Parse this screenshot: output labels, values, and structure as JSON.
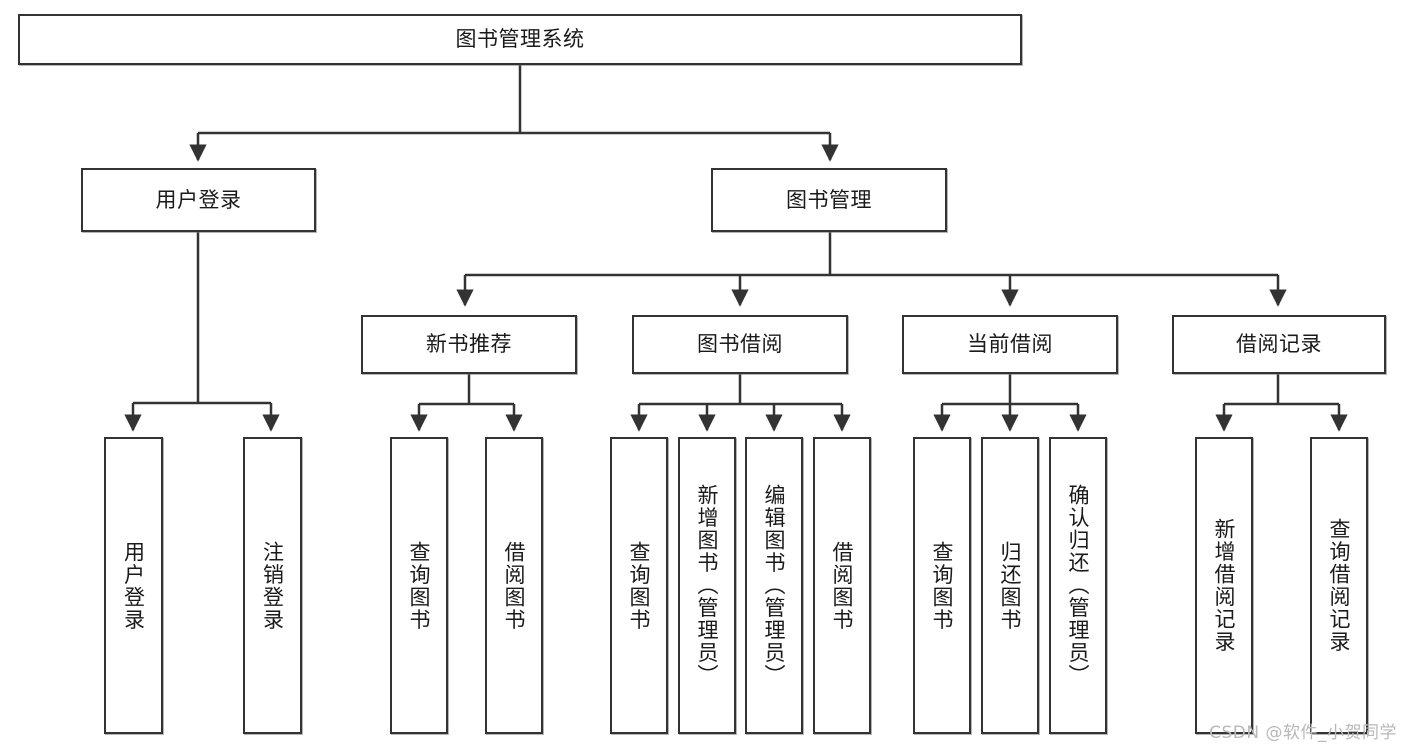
{
  "diagram": {
    "title": "图书管理系统",
    "watermark": "CSDN @软件_小贺同学",
    "theme": {
      "stroke": "#333333",
      "fill": "#ffffff",
      "text": "#1a1a1a",
      "watermark_color": "#b9b9b9"
    },
    "nodes": {
      "root": {
        "label": "图书管理系统"
      },
      "level2": [
        {
          "label": "用户登录"
        },
        {
          "label": "图书管理"
        }
      ],
      "level3": [
        {
          "label": "新书推荐"
        },
        {
          "label": "图书借阅"
        },
        {
          "label": "当前借阅"
        },
        {
          "label": "借阅记录"
        }
      ],
      "leaves": {
        "user_login": [
          {
            "label": "用户登录"
          },
          {
            "label": "注销登录"
          }
        ],
        "new_book_recommend": [
          {
            "label": "查询图书"
          },
          {
            "label": "借阅图书"
          }
        ],
        "book_borrow": [
          {
            "label": "查询图书"
          },
          {
            "label": "新增图书（管理员）"
          },
          {
            "label": "编辑图书（管理员）"
          },
          {
            "label": "借阅图书"
          }
        ],
        "current_borrow": [
          {
            "label": "查询图书"
          },
          {
            "label": "归还图书"
          },
          {
            "label": "确认归还（管理员）"
          }
        ],
        "borrow_record": [
          {
            "label": "新增借阅记录"
          },
          {
            "label": "查询借阅记录"
          }
        ]
      }
    }
  }
}
